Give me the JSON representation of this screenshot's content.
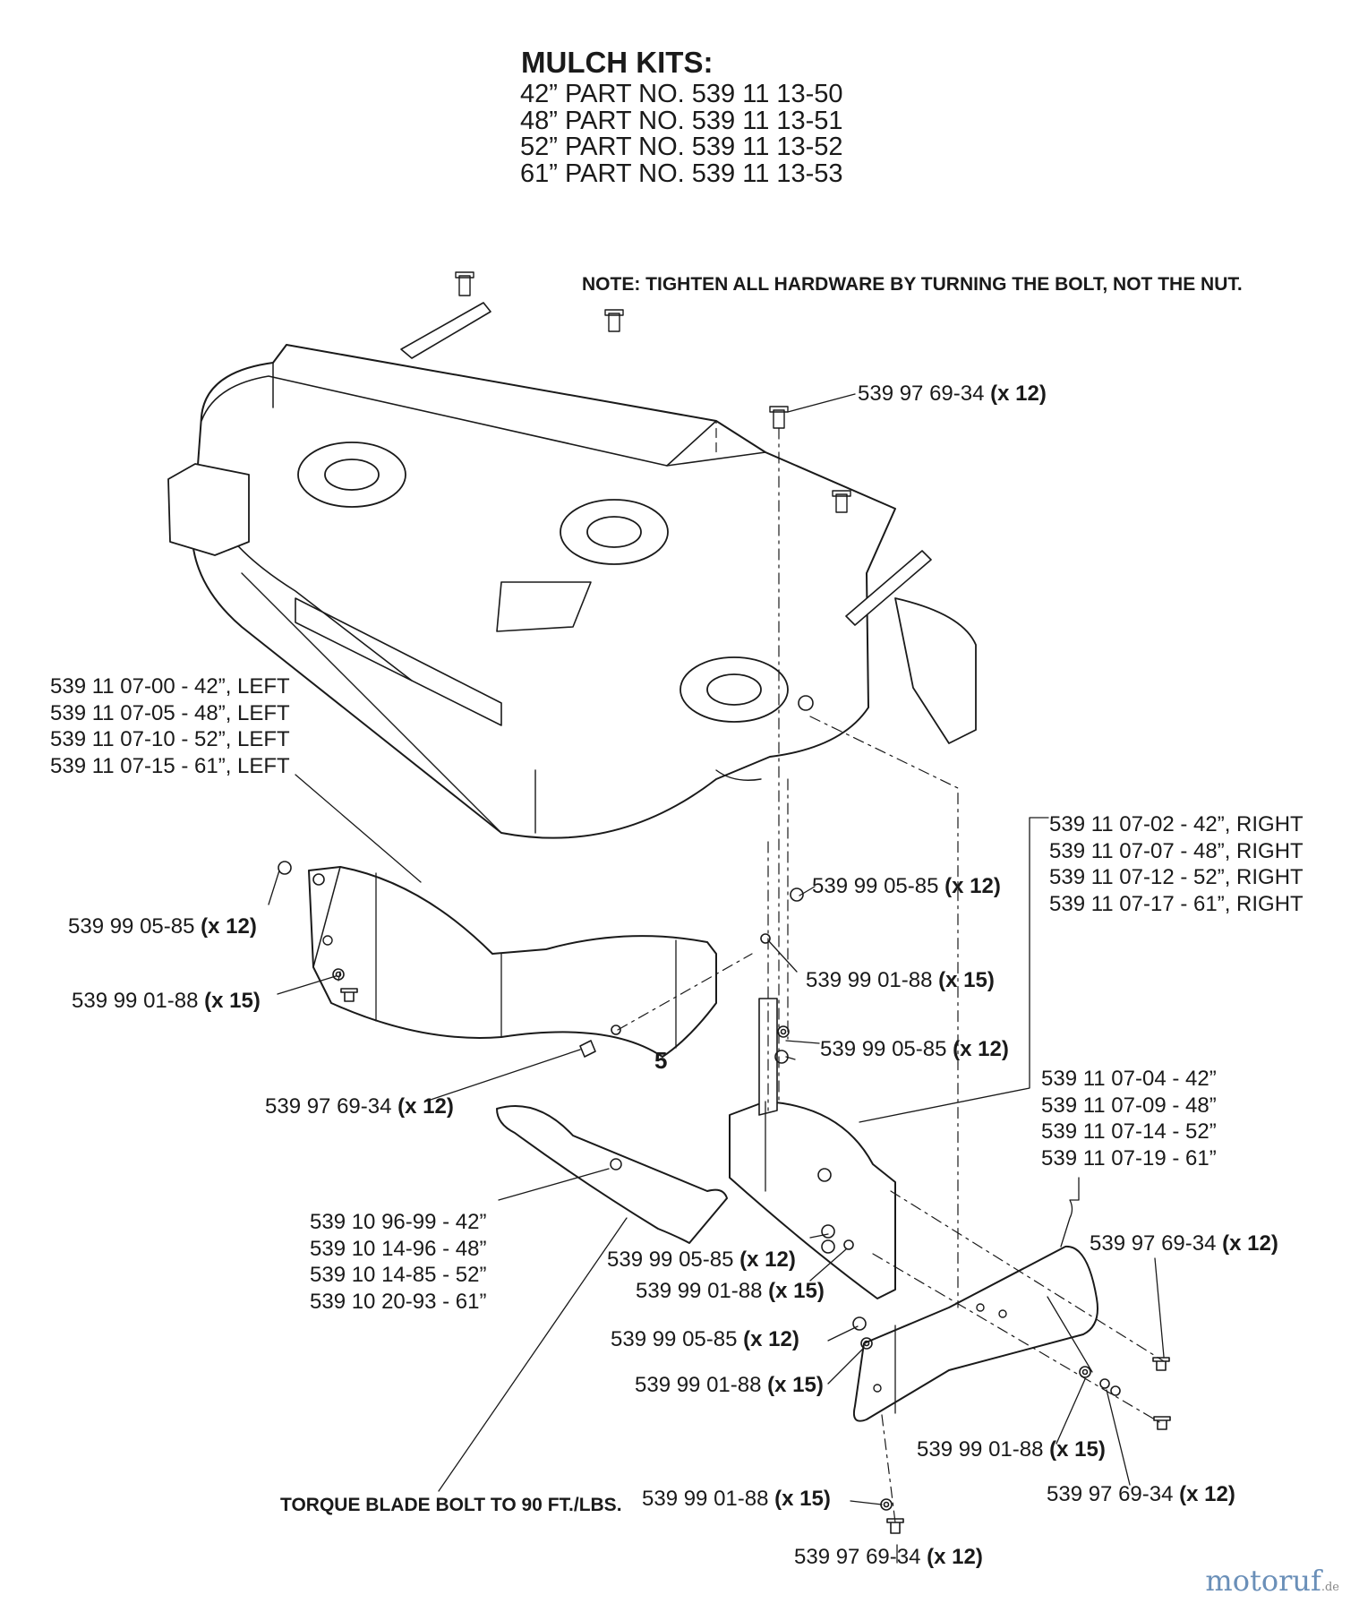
{
  "header": {
    "title": "MULCH KITS:",
    "kits": [
      "42” PART NO. 539 11 13-50",
      "48” PART NO. 539 11 13-51",
      "52” PART NO. 539 11 13-52",
      "61” PART NO. 539 11 13-53"
    ],
    "note": "NOTE: TIGHTEN ALL HARDWARE BY TURNING THE BOLT, NOT THE NUT."
  },
  "callouts": {
    "bolt_top": {
      "part": "539  97 69-34",
      "qty": "(x 12)"
    },
    "left_baffle": [
      "539 11 07-00 - 42”, LEFT",
      "539 11 07-05 - 48”, LEFT",
      "539 11 07-10 - 52”, LEFT",
      "539 11 07-15 - 61”, LEFT"
    ],
    "right_baffle": [
      "539 11 07-02 - 42”, RIGHT",
      "539 11 07-07 - 48”, RIGHT",
      "539 11 07-12 - 52”, RIGHT",
      "539 11 07-17 - 61”, RIGHT"
    ],
    "nut_left": {
      "part": "539 99 05-85",
      "qty": "(x 12)"
    },
    "washer_left": {
      "part": "539  99 01-88",
      "qty": "(x 15)"
    },
    "nut_center": {
      "part": "539 99 05-85",
      "qty": "(x 12)"
    },
    "washer_center": {
      "part": "539  99 01-88",
      "qty": "(x 15)"
    },
    "nut_center_low": {
      "part": "539 99 05-85",
      "qty": "(x 12)"
    },
    "bolt_center": {
      "part": "539  97 69-34",
      "qty": "(x 12)"
    },
    "item_number": "5",
    "front_baffle": [
      "539 11 07-04 - 42”",
      "539 11 07-09 - 48”",
      "539 11 07-14 - 52”",
      "539 11 07-19 - 61”"
    ],
    "blade": [
      "539 10 96-99 - 42”",
      "539 10 14-96 - 48”",
      "539 10 14-85 - 52”",
      "539 10 20-93 - 61”"
    ],
    "nut_mid": {
      "part": "539 99 05-85",
      "qty": "(x 12)"
    },
    "washer_mid": {
      "part": "539  99 01-88",
      "qty": "(x 15)"
    },
    "bolt_right": {
      "part": "539  97 69-34",
      "qty": "(x 12)"
    },
    "nut_low": {
      "part": "539 99 05-85",
      "qty": "(x 12)"
    },
    "washer_low": {
      "part": "539  99 01-88",
      "qty": "(x 15)"
    },
    "washer_right_low": {
      "part": "539  99 01-88",
      "qty": "(x 15)"
    },
    "bolt_right_low": {
      "part": "539  97 69-34",
      "qty": "(x 12)"
    },
    "torque_note": "TORQUE BLADE BOLT TO 90 FT./LBS.",
    "washer_bottom": {
      "part": "539  99 01-88",
      "qty": "(x 15)"
    },
    "bolt_bottom": {
      "part": "539  97 69-34",
      "qty": "(x 12)"
    }
  },
  "watermark": {
    "text": "motoruf",
    "tld": ".de"
  }
}
